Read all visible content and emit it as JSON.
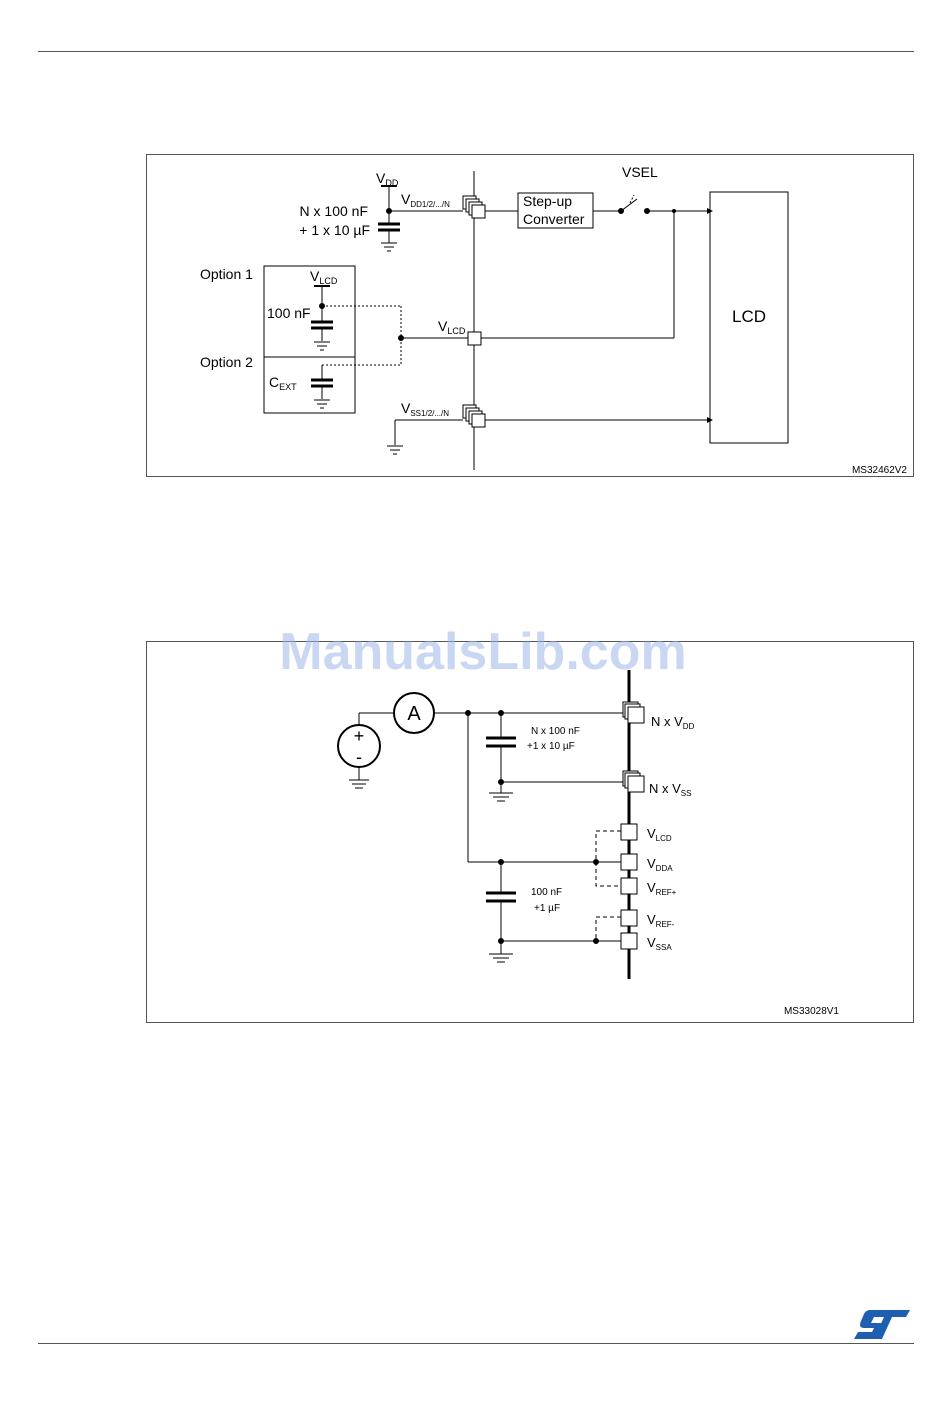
{
  "fig1": {
    "ref": "MS32462V2",
    "vdd_label": "V",
    "vdd_sub": "DD",
    "cap_top_line1": "N x 100 nF",
    "cap_top_line2": "+ 1 x 10 µF",
    "vdd_pins_label": "V",
    "vdd_pins_sub": "DD1/2/.../N",
    "stepup_line1": "Step-up",
    "stepup_line2": "Converter",
    "vsel": "VSEL",
    "lcd": "LCD",
    "option1": "Option 1",
    "option2": "Option 2",
    "vlcd_box_label": "V",
    "vlcd_box_sub": "LCD",
    "cap_100nf": "100 nF",
    "cext_label": "C",
    "cext_sub": "EXT",
    "vlcd_pin_label": "V",
    "vlcd_pin_sub": "LCD",
    "vss_pins_label": "V",
    "vss_pins_sub": "SS1/2/.../N"
  },
  "fig2": {
    "ref": "MS33028V1",
    "ammeter": "A",
    "plus": "+",
    "minus": "-",
    "cap1_line1": "N x 100 nF",
    "cap1_line2": "+1 x 10 µF",
    "cap2_line1": "100 nF",
    "cap2_line2": "+1 µF",
    "pins": [
      {
        "label": "N x V",
        "sub": "DD"
      },
      {
        "label": "N x V",
        "sub": "SS"
      },
      {
        "label": "V",
        "sub": "LCD"
      },
      {
        "label": "V",
        "sub": "DDA"
      },
      {
        "label": "V",
        "sub": "REF+"
      },
      {
        "label": "V",
        "sub": "REF-"
      },
      {
        "label": "V",
        "sub": "SSA"
      }
    ]
  },
  "watermark": "ManualsLib.com",
  "colors": {
    "logo": "#1f5fb0",
    "watermark": "#9db8e8"
  }
}
